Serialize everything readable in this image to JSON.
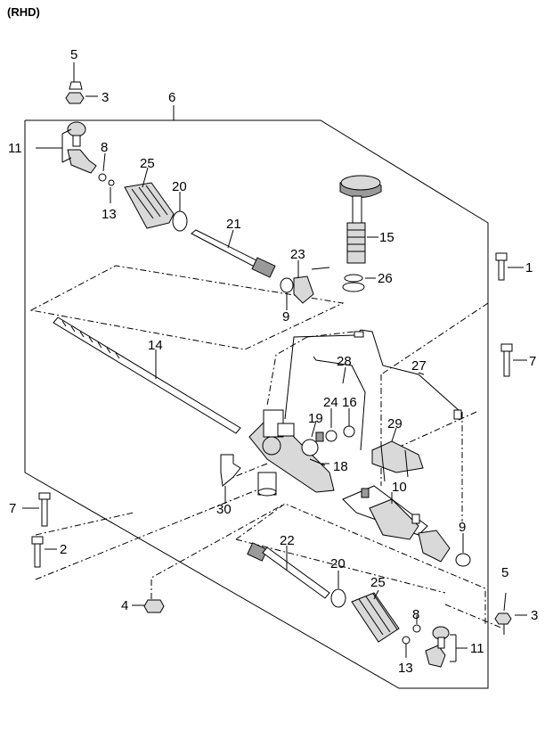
{
  "header": {
    "variant": "(RHD)"
  },
  "callouts": {
    "p1": "1",
    "p2": "2",
    "p3a": "3",
    "p3b": "3",
    "p4": "4",
    "p5a": "5",
    "p5b": "5",
    "p6": "6",
    "p7a": "7",
    "p7b": "7",
    "p8a": "8",
    "p8b": "8",
    "p9a": "9",
    "p9b": "9",
    "p10": "10",
    "p11a": "11",
    "p11b": "11",
    "p13a": "13",
    "p13b": "13",
    "p14": "14",
    "p15": "15",
    "p16": "16",
    "p18": "18",
    "p19": "19",
    "p20a": "20",
    "p20b": "20",
    "p21": "21",
    "p22": "22",
    "p23": "23",
    "p24": "24",
    "p25a": "25",
    "p25b": "25",
    "p26": "26",
    "p27": "27",
    "p28": "28",
    "p29": "29",
    "p30": "30"
  }
}
